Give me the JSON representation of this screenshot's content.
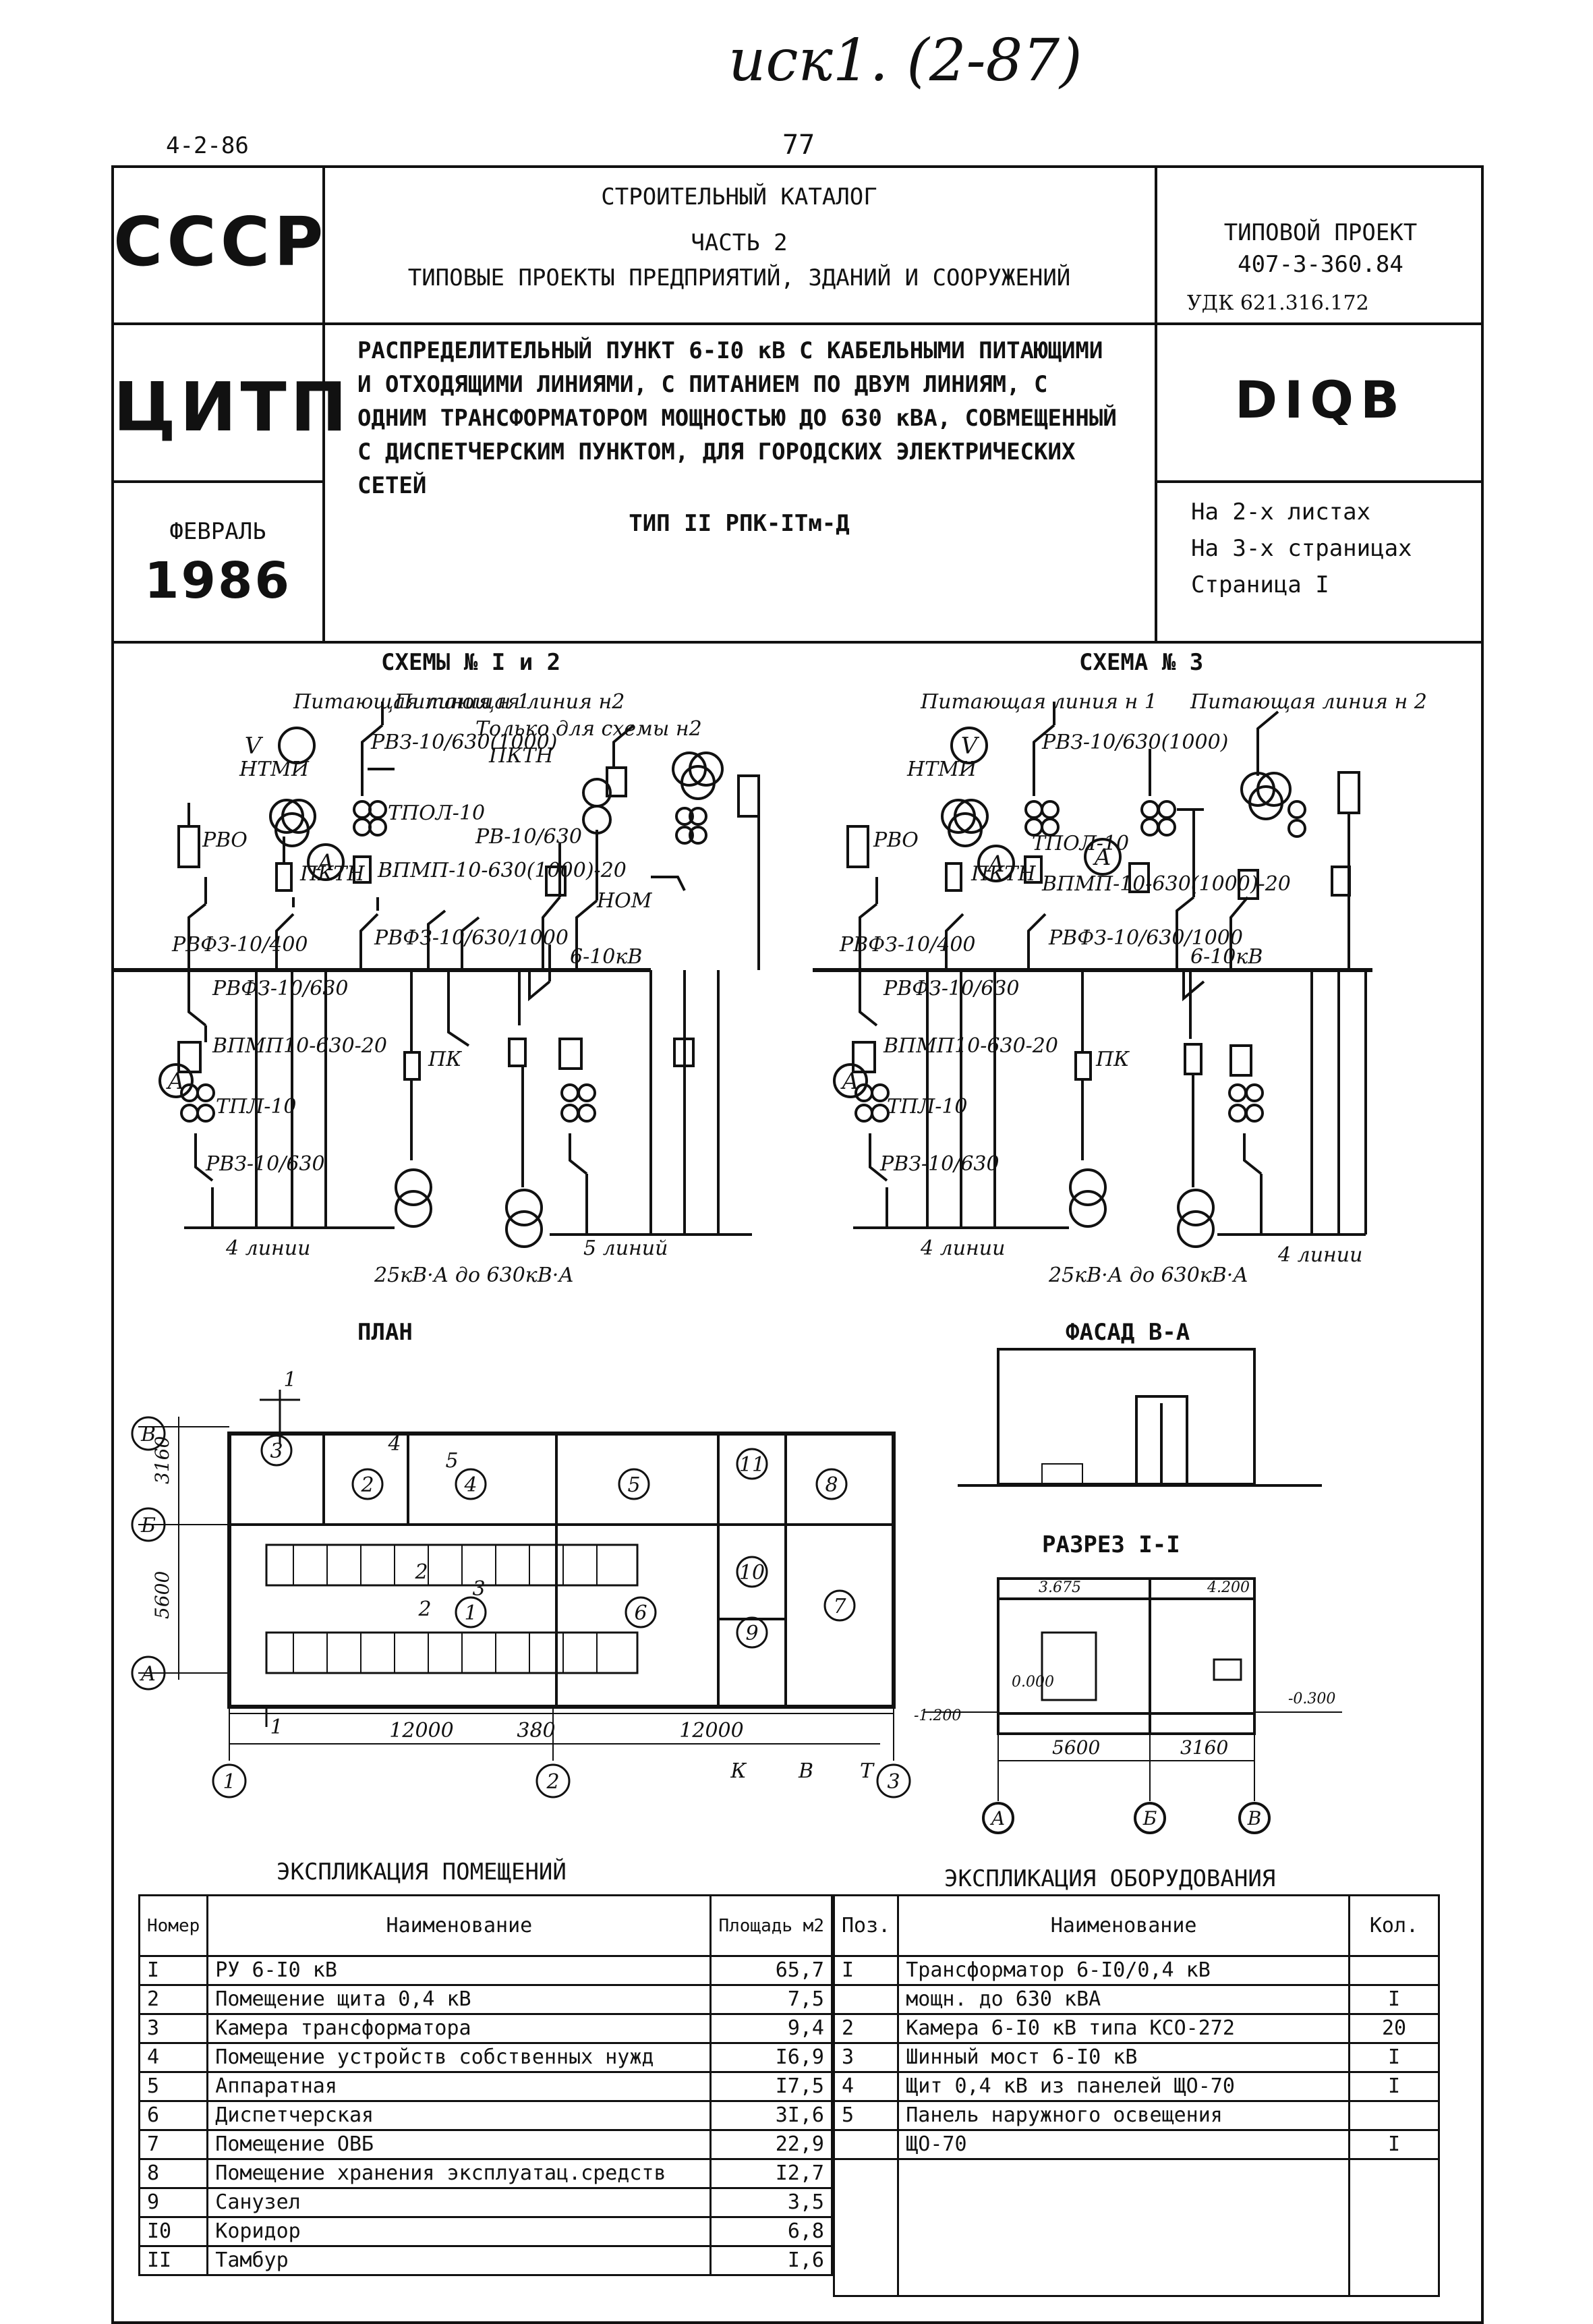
{
  "handwritten_note": "иск1. (2-87)",
  "doc_code": "4-2-86",
  "page_number": "77",
  "header": {
    "country": "СССР",
    "org": "ЦИТП",
    "month": "ФЕВРАЛЬ",
    "year": "1986",
    "catalog_line1": "СТРОИТЕЛЬНЫЙ КАТАЛОГ",
    "catalog_line2": "ЧАСТЬ 2",
    "catalog_line3": "ТИПОВЫЕ ПРОЕКТЫ ПРЕДПРИЯТИЙ, ЗДАНИЙ И СООРУЖЕНИЙ",
    "project_label": "ТИПОВОЙ ПРОЕКТ",
    "project_number": "407-3-360.84",
    "udk": "УДК 621.316.172",
    "title_lines": [
      "РАСПРЕДЕЛИТЕЛЬНЫЙ ПУНКТ 6-I0 кВ С КАБЕЛЬНЫМИ ПИТАЮЩИМИ",
      "И ОТХОДЯЩИМИ ЛИНИЯМИ, С ПИТАНИЕМ ПО ДВУМ ЛИНИЯМ, С",
      "ОДНИМ ТРАНСФОРМАТОРОМ МОЩНОСТЬЮ ДО 630 кВА, СОВМЕЩЕННЫЙ",
      "С ДИСПЕТЧЕРСКИМ ПУНКТОМ, ДЛЯ ГОРОДСКИХ ЭЛЕКТРИЧЕСКИХ",
      "СЕТЕЙ"
    ],
    "type_label": "ТИП II РПК-IТм-Д",
    "code": "DIQB",
    "sheets": "На 2-х листах",
    "pages": "На 3-х страницах",
    "page": "Страница I"
  },
  "schemes": {
    "title_left": "СХЕМЫ № I и 2",
    "title_right": "СХЕМА № 3",
    "feed1": "Питающая линия н 1",
    "feed2": "Питающая линия н2",
    "feed2_note": "Только для схемы н2",
    "feed1_right": "Питающая линия н 1",
    "feed2_right": "Питающая линия н 2",
    "lbl_ntmi": "НТМИ",
    "lbl_rvz": "РВЗ-10/630(1000)",
    "lbl_tpol": "ТПОЛ-10",
    "lbl_pktn": "ПКТН",
    "lbl_vpmp": "ВПМП-10-630(1000)-20",
    "lbl_rvo": "РВО",
    "lbl_rvfz1": "РВФЗ-10/400",
    "lbl_rvfz2": "РВФЗ-10/630/1000",
    "lbl_rv": "РВ-10/630",
    "lbl_rvz2": "РВЗ-10/630",
    "lbl_nom": "НОМ",
    "lbl_bus": "6-10кВ",
    "lbl_rvfz3": "РВФЗ-10/630",
    "lbl_vpmp2": "ВПМП10-630-20",
    "lbl_tpl": "ТПЛ-10",
    "lbl_rvz3": "РВЗ-10/630",
    "lbl_pk": "ПК",
    "lines4": "4 линии",
    "lines5": "5 линий",
    "trans": "25кВ·А до 630кВ·А",
    "lines4_r": "4 линии",
    "lines4_r2": "4 линии",
    "trans_r": "25кВ·А до 630кВ·А"
  },
  "plan": {
    "title": "ПЛАН",
    "axis_b": "В",
    "axis_be": "Б",
    "axis_a": "А",
    "dim_3160": "3160",
    "dim_5600": "5600",
    "dim_12000a": "12000",
    "dim_380": "380",
    "dim_12000b": "12000",
    "axis1": "1",
    "axis2": "2",
    "axis3": "3",
    "rooms": [
      "1",
      "2",
      "3",
      "4",
      "5",
      "6",
      "7",
      "8",
      "9",
      "10",
      "11"
    ],
    "cut": "1",
    "k": "К",
    "v": "В",
    "t": "Т",
    "n5": "5",
    "n4": "4",
    "n2": "2",
    "n3": "3"
  },
  "facade": {
    "title": "ФАСАД В-А"
  },
  "section": {
    "title": "РАЗРЕЗ I-I",
    "e1": "3.675",
    "e2": "4.200",
    "e3": "0.000",
    "e4": "-1.200",
    "e5": "-0.300",
    "dim1": "5600",
    "dim2": "3160",
    "ax_a": "А",
    "ax_b": "Б",
    "ax_v": "В"
  },
  "rooms_table": {
    "title": "ЭКСПЛИКАЦИЯ ПОМЕЩЕНИЙ",
    "headers": [
      "Номер",
      "Наименование",
      "Площадь м2"
    ],
    "rows": [
      [
        "I",
        "РУ 6-I0 кВ",
        "65,7"
      ],
      [
        "2",
        "Помещение щита 0,4 кВ",
        "7,5"
      ],
      [
        "3",
        "Камера трансформатора",
        "9,4"
      ],
      [
        "4",
        "Помещение устройств собственных нужд",
        "I6,9"
      ],
      [
        "5",
        "Аппаратная",
        "I7,5"
      ],
      [
        "6",
        "Диспетчерская",
        "3I,6"
      ],
      [
        "7",
        "Помещение ОВБ",
        "22,9"
      ],
      [
        "8",
        "Помещение хранения эксплуатац.средств",
        "I2,7"
      ],
      [
        "9",
        "Санузел",
        "3,5"
      ],
      [
        "I0",
        "Коридор",
        "6,8"
      ],
      [
        "II",
        "Тамбур",
        "I,6"
      ]
    ]
  },
  "equipment_table": {
    "title": "ЭКСПЛИКАЦИЯ ОБОРУДОВАНИЯ",
    "headers": [
      "Поз.",
      "Наименование",
      "Кол."
    ],
    "rows": [
      [
        "I",
        "Трансформатор 6-I0/0,4 кВ",
        ""
      ],
      [
        "",
        "мощн. до 630 кВА",
        "I"
      ],
      [
        "2",
        "Камера 6-I0 кВ типа КСО-272",
        "20"
      ],
      [
        "3",
        "Шинный мост 6-I0 кВ",
        "I"
      ],
      [
        "4",
        "Щит 0,4 кВ из панелей ЩО-70",
        "I"
      ],
      [
        "5",
        "Панель наружного освещения",
        ""
      ],
      [
        "",
        "ЩО-70",
        "I"
      ]
    ]
  }
}
